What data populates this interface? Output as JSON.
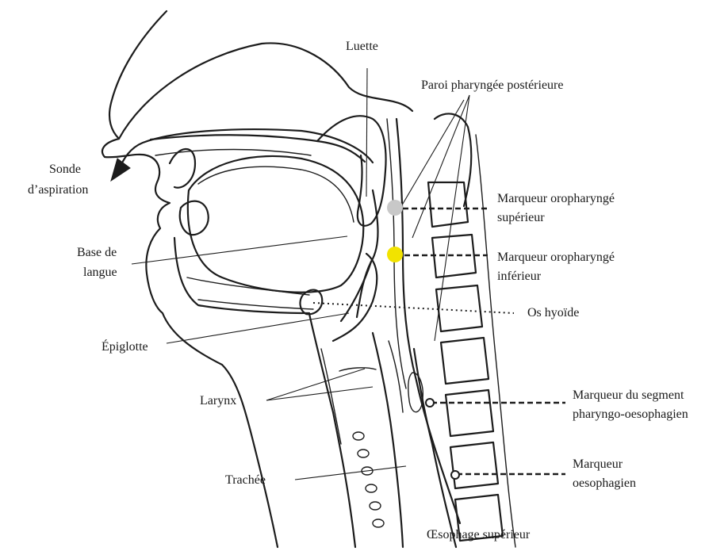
{
  "labels": {
    "luette": "Luette",
    "paroi": "Paroi pharyngée postérieure",
    "sonde_line1": "Sonde",
    "sonde_line2": "d’aspiration",
    "marqueur_oro_sup_line1": "Marqueur oropharyngé",
    "marqueur_oro_sup_line2": "supérieur",
    "base_line1": "Base de",
    "base_line2": "langue",
    "marqueur_oro_inf_line1": "Marqueur oropharyngé",
    "marqueur_oro_inf_line2": "inférieur",
    "os_hyoide": "Os hyoïde",
    "epiglotte": "Épiglotte",
    "marqueur_segment_line1": "Marqueur du segment",
    "marqueur_segment_line2": "pharyngo-oesophagien",
    "larynx": "Larynx",
    "marqueur_oeso_line1": "Marqueur",
    "marqueur_oeso_line2": "oesophagien",
    "trachee": "Trachée",
    "oesophage": "Œsophage supérieur"
  },
  "colors": {
    "marker_upper": "#c8c8c8",
    "marker_lower": "#f2e300",
    "ink": "#1c1c1c"
  }
}
